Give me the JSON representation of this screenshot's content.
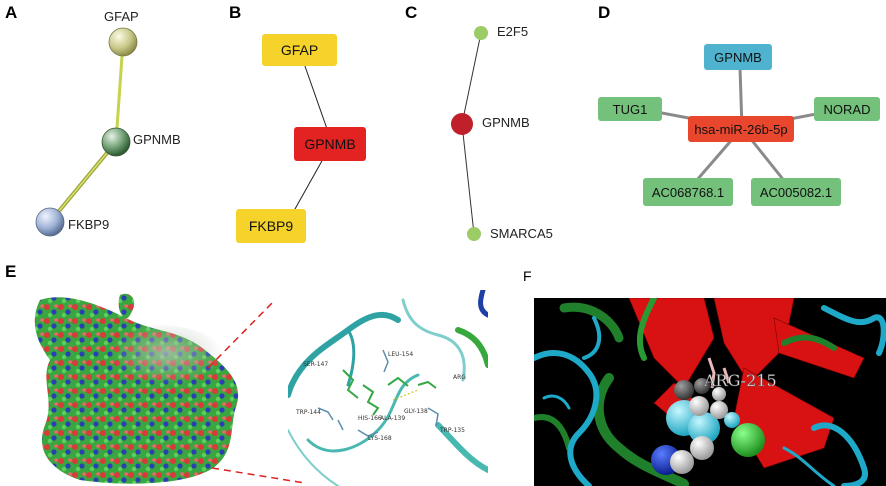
{
  "panels": {
    "a": {
      "letter": "A",
      "nodes": [
        "GFAP",
        "GPNMB",
        "FKBP9"
      ]
    },
    "b": {
      "letter": "B",
      "nodes": [
        "GFAP",
        "GPNMB",
        "FKBP9"
      ],
      "colors": {
        "gene": "#f6d32a",
        "center": "#e32222"
      }
    },
    "c": {
      "letter": "C",
      "nodes": [
        "E2F5",
        "GPNMB",
        "SMARCA5"
      ],
      "colors": {
        "outer": "#9ccc65",
        "center": "#c0202a"
      }
    },
    "d": {
      "letter": "D",
      "center": "hsa-miR-26b-5p",
      "nodes": [
        "GPNMB",
        "TUG1",
        "NORAD",
        "AC068768.1",
        "AC005082.1"
      ],
      "colors": {
        "center": "#e8472e",
        "target": "#4fb3cf",
        "lnc": "#73c17a"
      }
    },
    "e": {
      "letter": "E",
      "residues": [
        "SER-147",
        "LEU-154",
        "ARG",
        "TRP-144",
        "HIS-166",
        "ALA-139",
        "GLY-138",
        "LYS-168",
        "TRP-135"
      ]
    },
    "f": {
      "letter": "F",
      "residue": "ARG-215"
    }
  }
}
